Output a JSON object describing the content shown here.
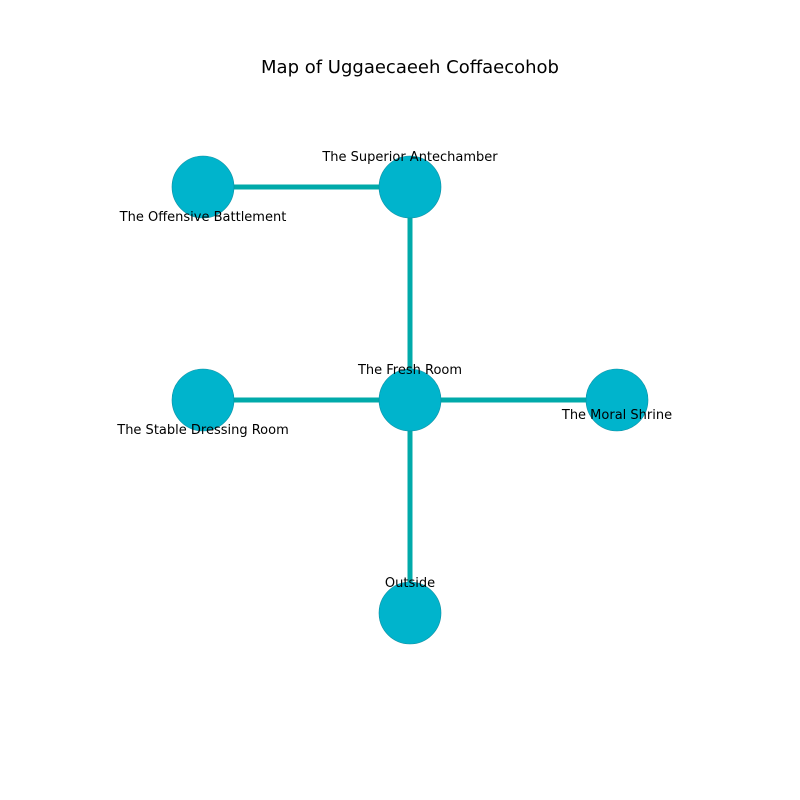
{
  "title": "Map of Uggaecaeeh Coffaecohob",
  "colors": {
    "node_fill": "#00b4cc",
    "edge": "#00aaaa"
  },
  "rooms": [
    {
      "id": "offensive-battlement",
      "name": "The Offensive Battlement"
    },
    {
      "id": "superior-antechamber",
      "name": "The Superior Antechamber"
    },
    {
      "id": "stable-dressing-room",
      "name": "The Stable Dressing Room"
    },
    {
      "id": "fresh-room",
      "name": "The Fresh Room"
    },
    {
      "id": "moral-shrine",
      "name": "The Moral Shrine"
    },
    {
      "id": "outside",
      "name": "Outside"
    }
  ],
  "connections": [
    [
      "offensive-battlement",
      "superior-antechamber"
    ],
    [
      "superior-antechamber",
      "fresh-room"
    ],
    [
      "stable-dressing-room",
      "fresh-room"
    ],
    [
      "fresh-room",
      "moral-shrine"
    ],
    [
      "fresh-room",
      "outside"
    ]
  ]
}
